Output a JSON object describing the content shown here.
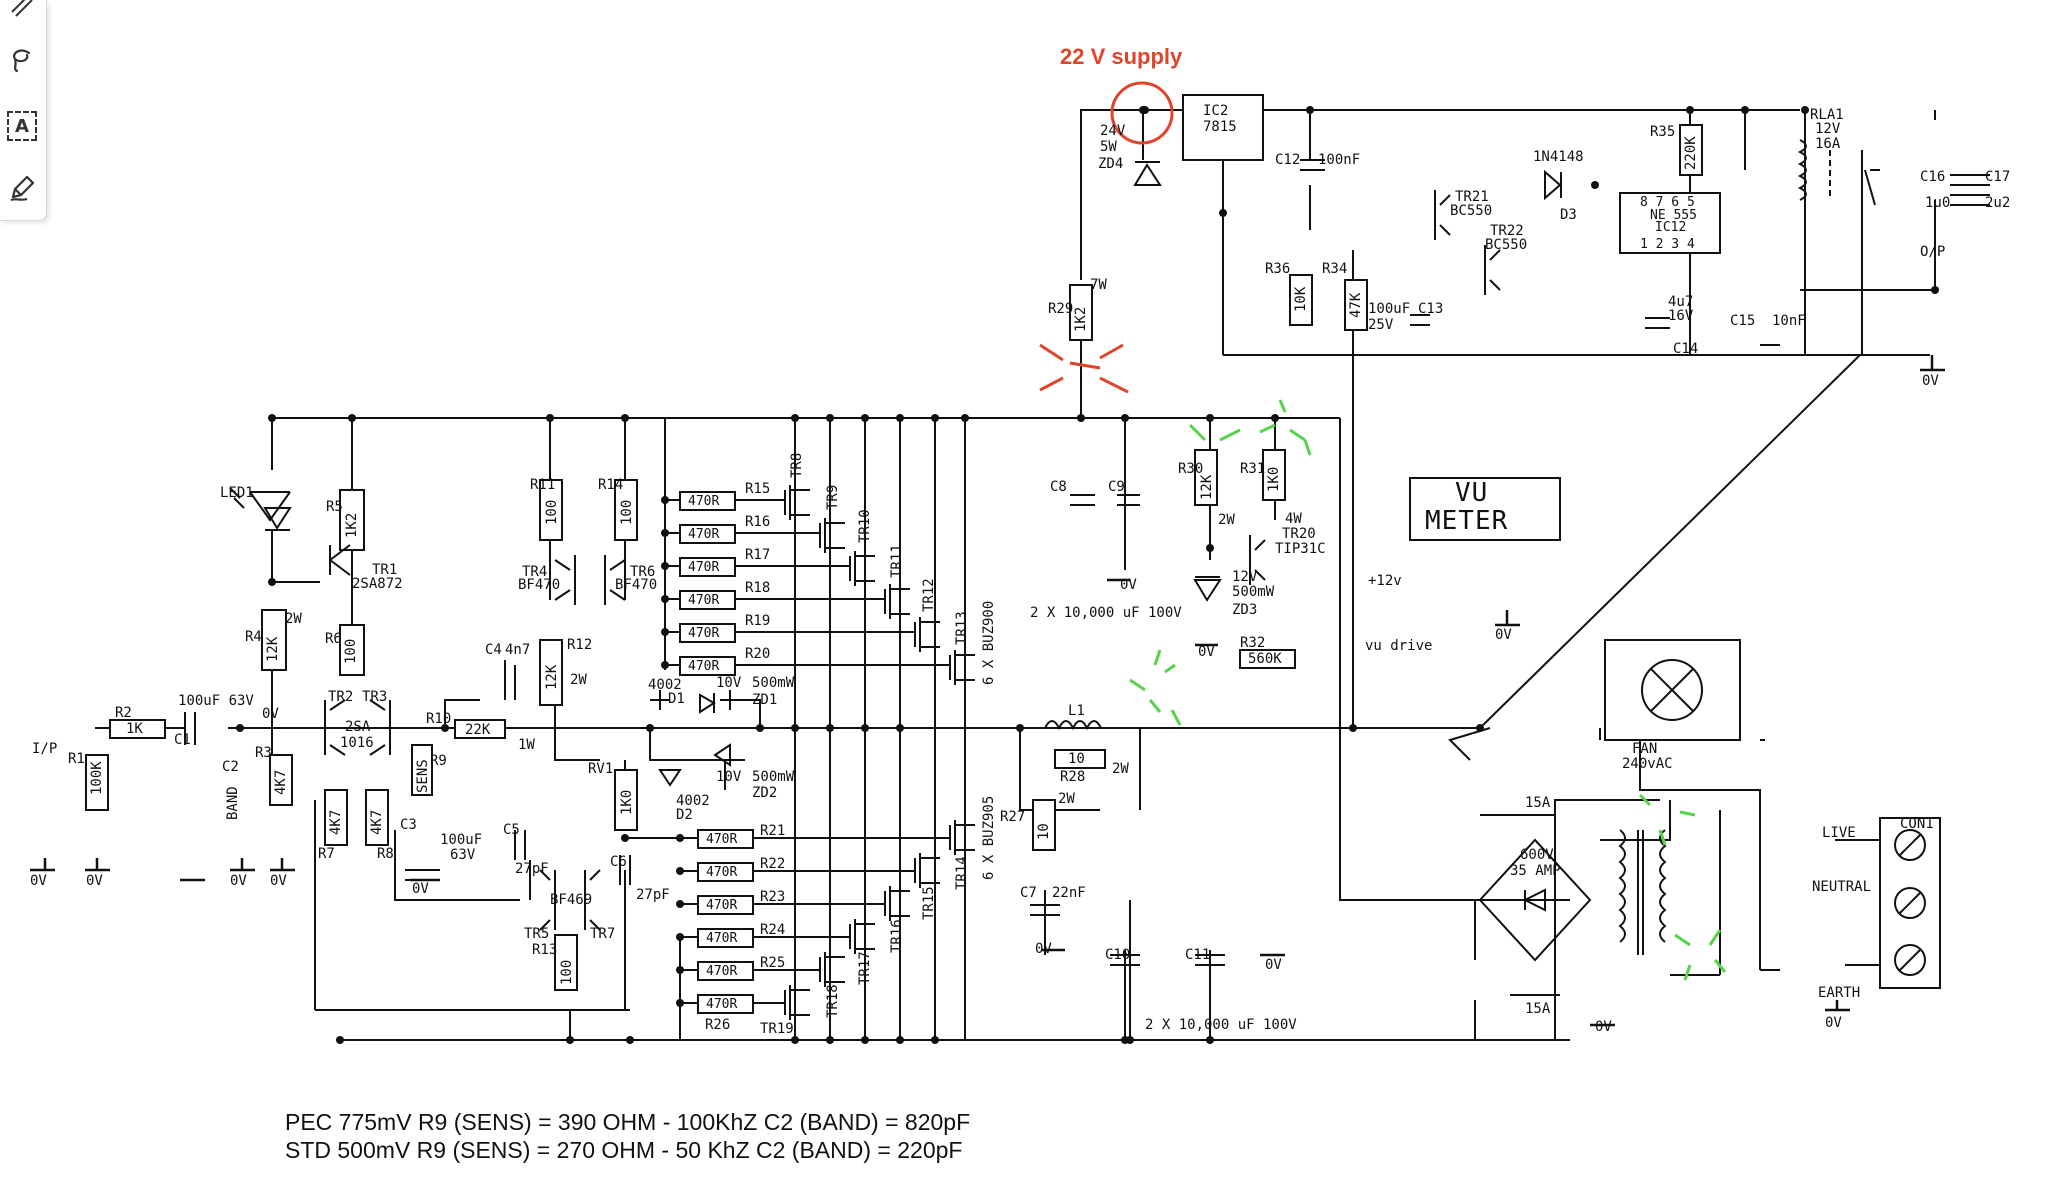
{
  "toolbar": {
    "tools": [
      {
        "name": "lasso-icon"
      },
      {
        "name": "text-box-icon"
      },
      {
        "name": "pen-icon"
      }
    ],
    "text_box_glyph": "A"
  },
  "annotations": {
    "supply_label": "22 V supply",
    "colors": {
      "red": "#e0452b",
      "green": "#56d34a"
    }
  },
  "components": {
    "ic2": {
      "ref": "IC2",
      "value": "7815"
    },
    "c12": {
      "ref": "C12",
      "value": "100nF"
    },
    "zd4": {
      "v": "24V",
      "w": "5W",
      "ref": "ZD4"
    },
    "r29": {
      "ref": "R29",
      "value": "1K2",
      "w": "7W"
    },
    "tr21": {
      "ref": "TR21",
      "type": "BC550"
    },
    "tr22": {
      "ref": "TR22",
      "type": "BC550"
    },
    "d3": {
      "ref": "D3",
      "type": "1N4148"
    },
    "r35": {
      "ref": "R35",
      "value": "220K"
    },
    "ic12": {
      "ref": "IC12",
      "type": "NE 555",
      "pins_top": "8  7  6  5",
      "pins_bottom": "1  2  3  4"
    },
    "rla1": {
      "ref": "RLA1",
      "v": "12V",
      "a": "16A"
    },
    "c16": "C16",
    "c17": "C17",
    "c16v": "1u0",
    "c17v": "2u2",
    "op": "O/P",
    "r36": {
      "ref": "R36",
      "value": "10K"
    },
    "r34": {
      "ref": "R34",
      "value": "47K"
    },
    "c13": {
      "ref": "C13",
      "value": "100uF",
      "v": "25V"
    },
    "c14": {
      "ref": "C14",
      "value": "4u7",
      "v": "16V"
    },
    "c15": {
      "ref": "C15",
      "value": "10nF"
    },
    "zero": "0V",
    "led1": "LED1",
    "r5": {
      "ref": "R5",
      "value": "1K2"
    },
    "tr1": {
      "ref": "TR1",
      "type": "2SA872"
    },
    "r4": {
      "ref": "R4",
      "value": "12K",
      "w": "2W"
    },
    "r6": {
      "ref": "R6",
      "value": "100"
    },
    "tr23": {
      "ref1": "TR2",
      "ref2": "TR3",
      "type1": "2SA",
      "type2": "1016"
    },
    "r2": {
      "ref": "R2",
      "value": "1K"
    },
    "c1": {
      "ref": "C1",
      "value": "100uF 63V"
    },
    "ip": "I/P",
    "r1": {
      "ref": "R1",
      "value": "100K"
    },
    "c2": {
      "ref": "C2",
      "value": "BAND"
    },
    "r3": {
      "ref": "R3",
      "value": "4K7"
    },
    "r7": {
      "ref": "R7",
      "value": "4K7"
    },
    "r8": {
      "ref": "R8",
      "value": "4K7"
    },
    "r10": {
      "ref": "R10",
      "value": "22K",
      "w": "1W"
    },
    "r9": {
      "ref": "R9",
      "value": "SENS"
    },
    "c3": {
      "ref": "C3",
      "value": "100uF",
      "v": "63V"
    },
    "r11": {
      "ref": "R11",
      "value": "100"
    },
    "r14": {
      "ref": "R14",
      "value": "100"
    },
    "tr4": {
      "ref": "TR4",
      "type": "BF470"
    },
    "tr6": {
      "ref": "TR6",
      "type": "BF470"
    },
    "c4": {
      "ref": "C4",
      "value": "4n7"
    },
    "r12": {
      "ref": "R12",
      "value": "12K",
      "w": "2W"
    },
    "d1": {
      "ref": "D1",
      "type": "4002"
    },
    "zd1": {
      "ref": "ZD1",
      "v": "10V",
      "w": "500mW"
    },
    "zd2": {
      "ref": "ZD2",
      "v": "10V",
      "w": "500mW"
    },
    "d2": {
      "ref": "D2",
      "type": "4002"
    },
    "rv1": {
      "ref": "RV1",
      "value": "1K0"
    },
    "c5": {
      "ref": "C5",
      "value": "27pF"
    },
    "c6": {
      "ref": "C6",
      "value": "27pF"
    },
    "tr5": "TR5",
    "tr7": "TR7",
    "bf469": "BF469",
    "r13": {
      "ref": "R13",
      "value": "100"
    },
    "gate_res_value": "470R",
    "gate_res_top": [
      "R15",
      "R16",
      "R17",
      "R18",
      "R19",
      "R20"
    ],
    "gate_res_bottom": [
      "R21",
      "R22",
      "R23",
      "R24",
      "R25",
      "R26"
    ],
    "mosfets_top": [
      "TR8",
      "TR9",
      "TR10",
      "TR11",
      "TR12",
      "TR13"
    ],
    "mosfets_bottom": [
      "TR14",
      "TR15",
      "TR16",
      "TR17",
      "TR18",
      "TR19"
    ],
    "buz900": "6 X BUZ900",
    "buz905": "6 X BUZ905",
    "c8": "C8",
    "c9": "C9",
    "caps_note": "2 X 10,000 uF 100V",
    "c10": "C10",
    "c11": "C11",
    "r30": {
      "ref": "R30",
      "value": "12K",
      "w": "2W"
    },
    "r31": {
      "ref": "R31",
      "value": "1K0",
      "w": "4W"
    },
    "tr20": {
      "ref": "TR20",
      "type": "TIP31C"
    },
    "zd3": {
      "ref": "ZD3",
      "v": "12V",
      "w": "500mW"
    },
    "r32": {
      "ref": "R32",
      "value": "560K"
    },
    "vu": {
      "line1": "VU",
      "line2": "METER",
      "plus12": "+12v",
      "drive": "vu drive"
    },
    "l1": "L1",
    "r28": {
      "ref": "R28",
      "value": "10",
      "w": "2W"
    },
    "r27": {
      "ref": "R27",
      "value": "10",
      "w": "2W"
    },
    "c7": {
      "ref": "C7",
      "value": "22nF"
    },
    "fan": {
      "line1": "FAN",
      "line2": "240vAC"
    },
    "bridge": {
      "v": "600V",
      "a": "35 AMP"
    },
    "fuse": "15A",
    "con1": "CON1",
    "live": "LIVE",
    "neutral": "NEUTRAL",
    "earth": "EARTH"
  },
  "notes": {
    "line1": "PEC 775mV R9 (SENS) = 390 OHM - 100KhZ  C2 (BAND) = 820pF",
    "line2": "STD 500mV R9 (SENS) = 270 OHM - 50 KhZ  C2 (BAND) = 220pF"
  }
}
